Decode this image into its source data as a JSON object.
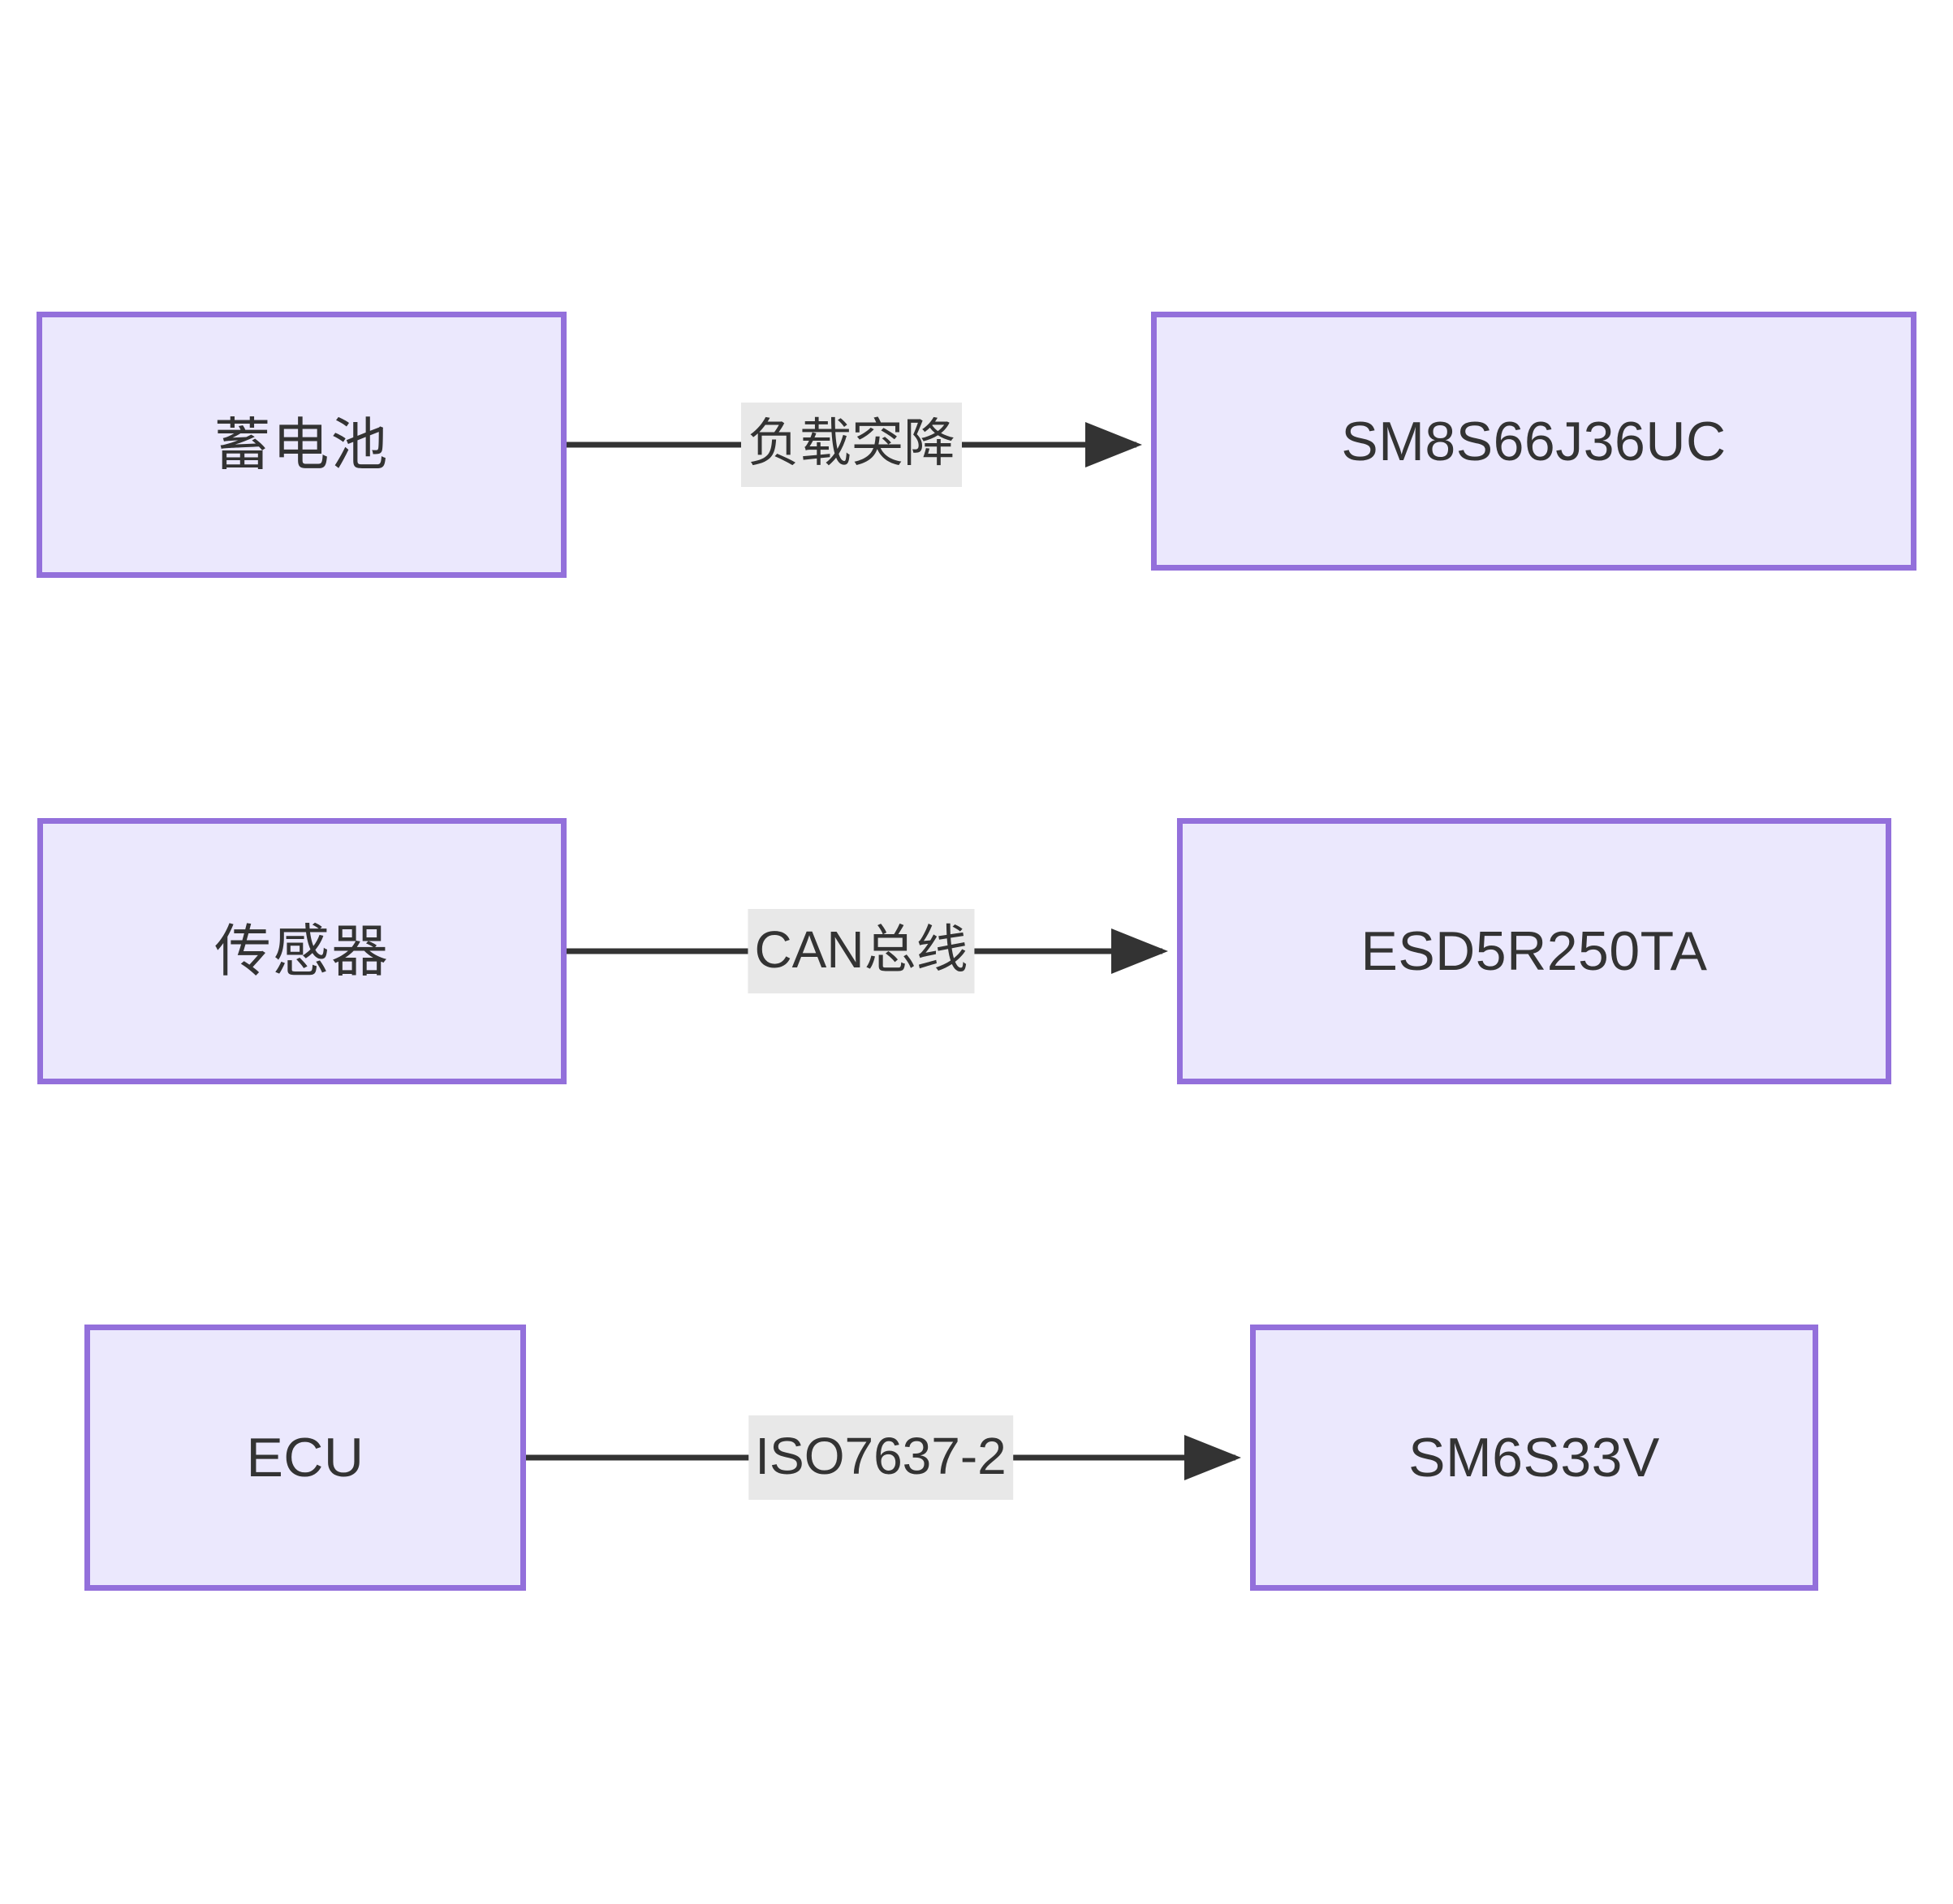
{
  "diagram": {
    "type": "flowchart",
    "orientation": "left-to-right",
    "background_color": "#ffffff",
    "node_fill_color": "#ebe8fd",
    "node_border_color": "#9370db",
    "edge_color": "#333333",
    "edge_label_background": "#e8e8e8",
    "text_color": "#333333",
    "nodes": [
      {
        "id": "n1",
        "label": "蓄电池",
        "script": "cjk"
      },
      {
        "id": "n2",
        "label": "SM8S66J36UC",
        "script": "latin"
      },
      {
        "id": "n3",
        "label": "传感器",
        "script": "cjk"
      },
      {
        "id": "n4",
        "label": "ESD5R250TA",
        "script": "latin"
      },
      {
        "id": "n5",
        "label": "ECU",
        "script": "latin"
      },
      {
        "id": "n6",
        "label": "SM6S33V",
        "script": "latin"
      }
    ],
    "edges": [
      {
        "from": "n1",
        "to": "n2",
        "label": "负载突降",
        "arrow": "end"
      },
      {
        "from": "n3",
        "to": "n4",
        "label": "CAN总线",
        "arrow": "end"
      },
      {
        "from": "n5",
        "to": "n6",
        "label": "ISO7637-2",
        "arrow": "end"
      }
    ]
  }
}
